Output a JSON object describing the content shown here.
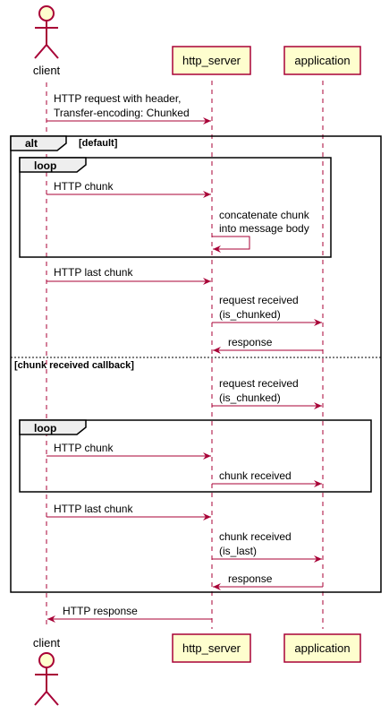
{
  "colors": {
    "participant_fill": "#FEFECE",
    "participant_border": "#A80036",
    "arrow": "#A80036",
    "frame_border": "#000000"
  },
  "participants": {
    "client": "client",
    "http_server": "http_server",
    "application": "application"
  },
  "messages": {
    "m1": [
      "HTTP request with header,",
      "Transfer-encoding: Chunked"
    ],
    "m2": [
      "HTTP chunk"
    ],
    "m3": [
      "concatenate chunk",
      "into message body"
    ],
    "m4": [
      "HTTP last chunk"
    ],
    "m5": [
      "request received",
      "(is_chunked)"
    ],
    "m6": [
      "response"
    ],
    "m7": [
      "request received",
      "(is_chunked)"
    ],
    "m8": [
      "HTTP chunk"
    ],
    "m9": [
      "chunk received"
    ],
    "m10": [
      "HTTP last chunk"
    ],
    "m11": [
      "chunk received",
      "(is_last)"
    ],
    "m12": [
      "response"
    ],
    "m13": [
      "HTTP response"
    ]
  },
  "frames": {
    "alt": {
      "keyword": "alt",
      "condition": "[default]",
      "else_condition": "[chunk received callback]"
    },
    "loop1": {
      "keyword": "loop"
    },
    "loop2": {
      "keyword": "loop"
    }
  }
}
